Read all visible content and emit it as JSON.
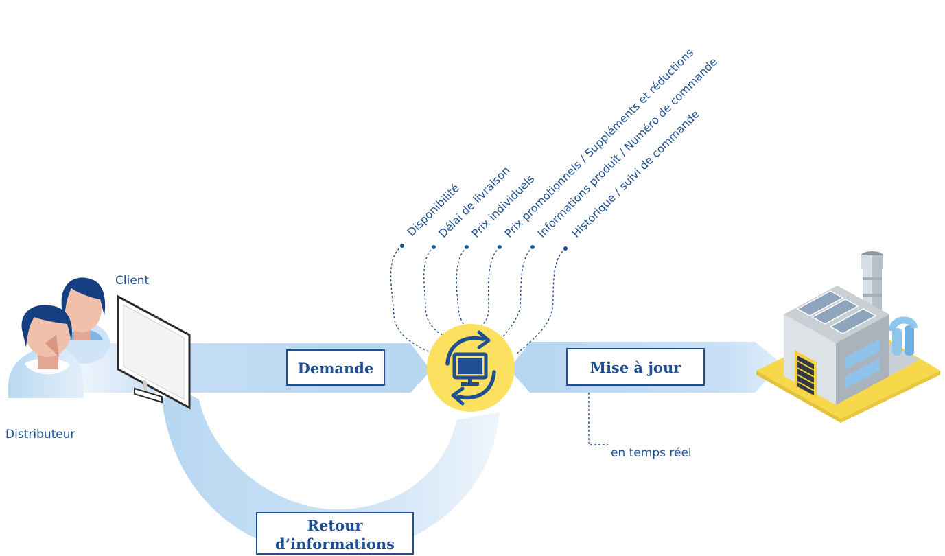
{
  "actors": {
    "client_label": "Client",
    "distributor_label": "Distributeur"
  },
  "flows": {
    "request_label": "Demande",
    "update_label": "Mise à jour",
    "feedback_label_line1": "Retour",
    "feedback_label_line2": "d’informations",
    "realtime_label": "en temps réel"
  },
  "attributes": [
    "Disponibilité",
    "Délai de livraison",
    "Prix individuels",
    "Prix promotionnels / Suppléments et réductions",
    "Informations produit / Numéro de commande",
    "Historique / suivi de commande"
  ],
  "colors": {
    "brand_blue": "#1e4f93",
    "flow_blue": "#b9d9f2",
    "hub_yellow": "#fbe15f",
    "ground_yellow": "#f6d84a"
  },
  "icons": {
    "hub": "sync-monitor-icon",
    "computer": "monitor-icon",
    "people": "users-icon",
    "factory": "factory-icon"
  }
}
